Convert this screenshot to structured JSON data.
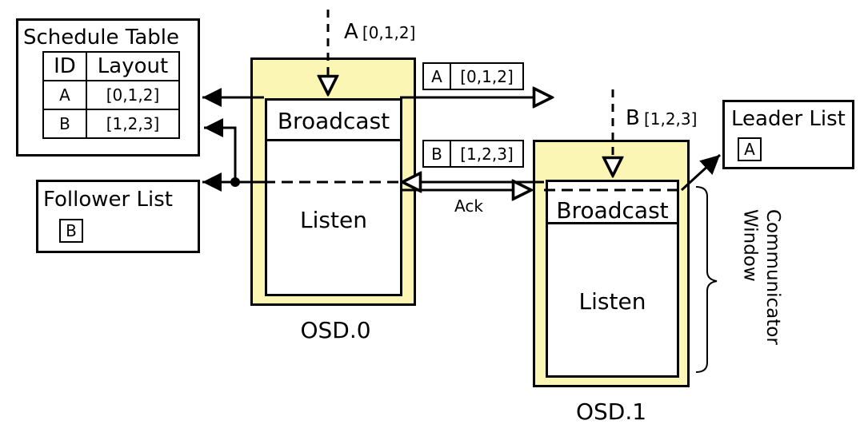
{
  "schedule_table": {
    "title": "Schedule Table",
    "headers": [
      "ID",
      "Layout"
    ],
    "rows": [
      {
        "id": "A",
        "layout": "[0,1,2]"
      },
      {
        "id": "B",
        "layout": "[1,2,3]"
      }
    ]
  },
  "follower_list": {
    "title": "Follower List",
    "entry": "B"
  },
  "leader_list": {
    "title": "Leader List",
    "entry": "A"
  },
  "osd0": {
    "label": "OSD.0",
    "broadcast": "Broadcast",
    "listen": "Listen"
  },
  "osd1": {
    "label": "OSD.1",
    "broadcast": "Broadcast",
    "listen": "Listen"
  },
  "incoming_a": {
    "id": "A",
    "layout": "[0,1,2]"
  },
  "incoming_b": {
    "id": "B",
    "layout": "[1,2,3]"
  },
  "message_a": {
    "id": "A",
    "layout": "[0,1,2]"
  },
  "message_b": {
    "id": "B",
    "layout": "[1,2,3]"
  },
  "ack_label": "Ack",
  "communicator_window_label": "Communicator Window",
  "colors": {
    "osd_fill": "#fcf6b4",
    "stroke": "#000000"
  }
}
